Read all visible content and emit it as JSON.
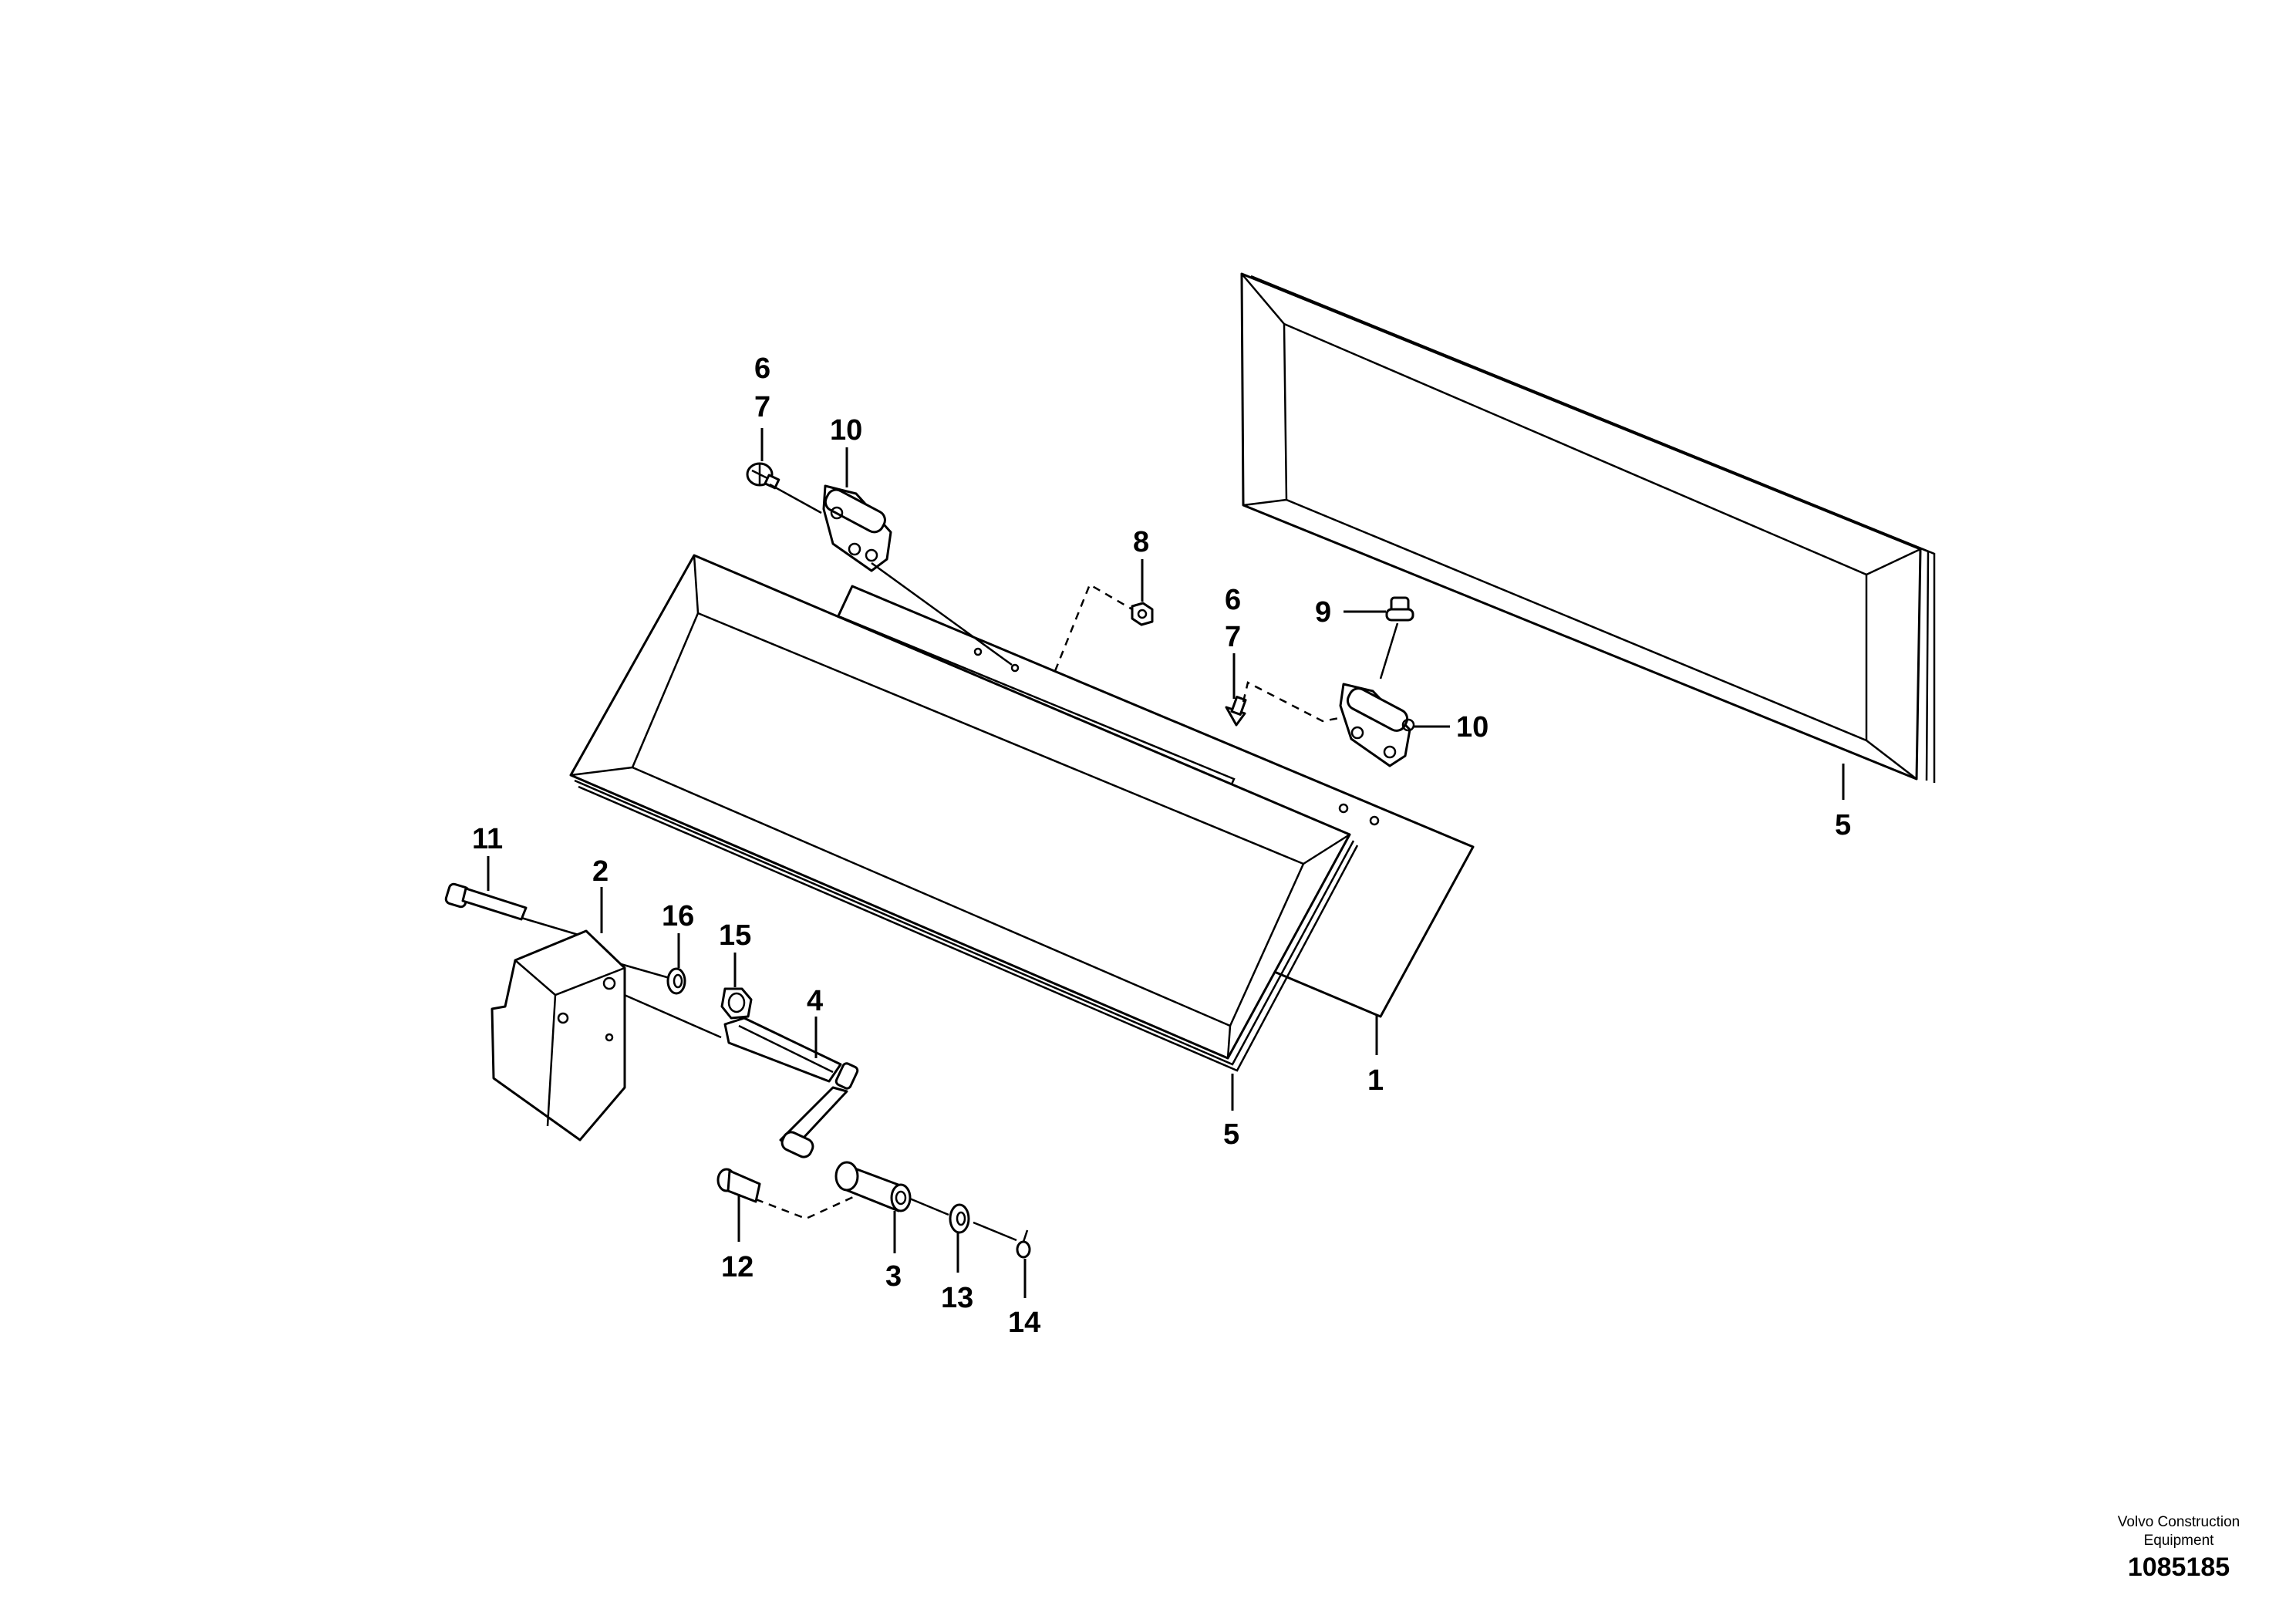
{
  "callouts": [
    {
      "id": "c1",
      "label": "1"
    },
    {
      "id": "c2",
      "label": "2"
    },
    {
      "id": "c3",
      "label": "3"
    },
    {
      "id": "c4",
      "label": "4"
    },
    {
      "id": "c5a",
      "label": "5"
    },
    {
      "id": "c5b",
      "label": "5"
    },
    {
      "id": "c6a",
      "label": "6"
    },
    {
      "id": "c7a",
      "label": "7"
    },
    {
      "id": "c6b",
      "label": "6"
    },
    {
      "id": "c7b",
      "label": "7"
    },
    {
      "id": "c8",
      "label": "8"
    },
    {
      "id": "c9",
      "label": "9"
    },
    {
      "id": "c10a",
      "label": "10"
    },
    {
      "id": "c10b",
      "label": "10"
    },
    {
      "id": "c11",
      "label": "11"
    },
    {
      "id": "c12",
      "label": "12"
    },
    {
      "id": "c13",
      "label": "13"
    },
    {
      "id": "c14",
      "label": "14"
    },
    {
      "id": "c15",
      "label": "15"
    },
    {
      "id": "c16",
      "label": "16"
    }
  ],
  "credit": {
    "line1": "Volvo Construction",
    "line2": "Equipment",
    "drawing_number": "1085185"
  }
}
